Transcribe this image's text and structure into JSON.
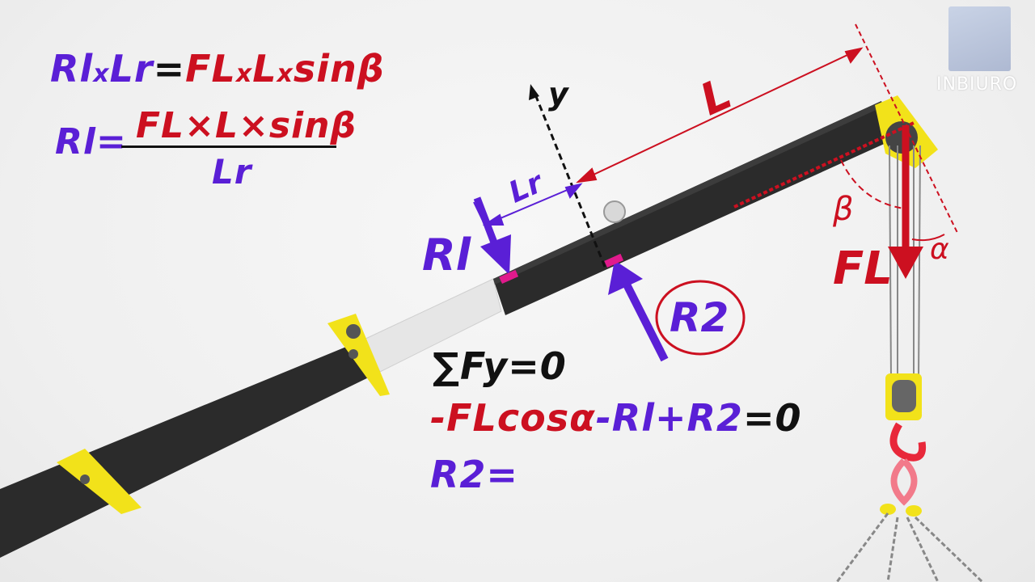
{
  "equations": {
    "moment": {
      "r1": "Rl",
      "x1": "x",
      "lr": "Lr",
      "eq": "=",
      "fl": "FL",
      "x2": "x",
      "l": "L",
      "x3": "x",
      "sin": "sinβ"
    },
    "r1_formula": {
      "lhs": "Rl=",
      "numerator": "FL×L×sinβ",
      "denominator": "Lr"
    },
    "sum_fy": "∑Fy=0",
    "balance": {
      "part1": "-FLcosα",
      "part2": "-Rl+R2",
      "part3": "=0"
    },
    "r2_result": "R2="
  },
  "labels": {
    "L": "L",
    "Lr": "Lr",
    "y": "y",
    "R1": "Rl",
    "R2": "R2",
    "FL": "FL",
    "beta": "β",
    "alpha": "α"
  },
  "logo": {
    "text": "INBIURO"
  },
  "colors": {
    "purple": "#5a1fd6",
    "red": "#cc1020",
    "boom": "#2b2b2b",
    "bracket": "#f2e21a"
  }
}
